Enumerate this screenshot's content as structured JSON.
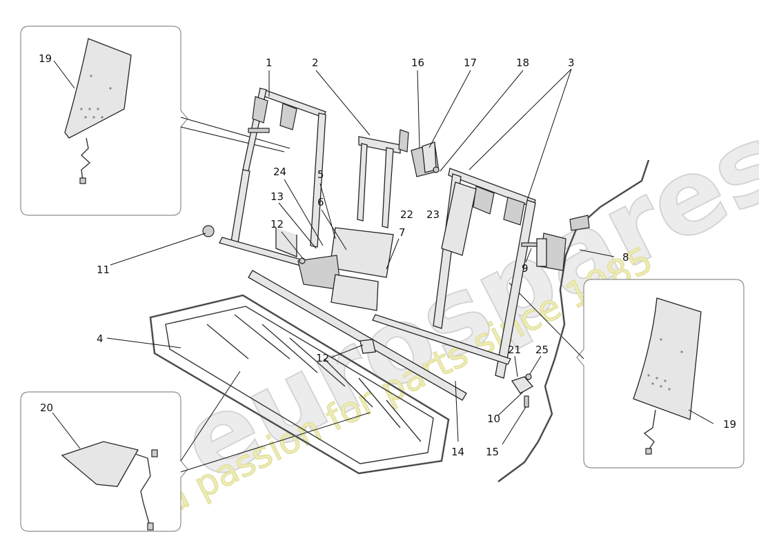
{
  "watermark": {
    "brand": "eurospares",
    "tagline": "a passion for parts since 1985",
    "color": "#e9e7a6",
    "ghost_color": "#dcdcdc"
  },
  "callouts": {
    "n1": "1",
    "n2": "2",
    "n3": "3",
    "n4": "4",
    "n5": "5",
    "n6": "6",
    "n7": "7",
    "n8": "8",
    "n9": "9",
    "n10": "10",
    "n11": "11",
    "n12a": "12",
    "n12b": "12",
    "n13": "13",
    "n14": "14",
    "n15": "15",
    "n16": "16",
    "n17": "17",
    "n18": "18",
    "n19a": "19",
    "n19b": "19",
    "n20": "20",
    "n21": "21",
    "n22": "22",
    "n23": "23",
    "n24": "24",
    "n25": "25"
  }
}
